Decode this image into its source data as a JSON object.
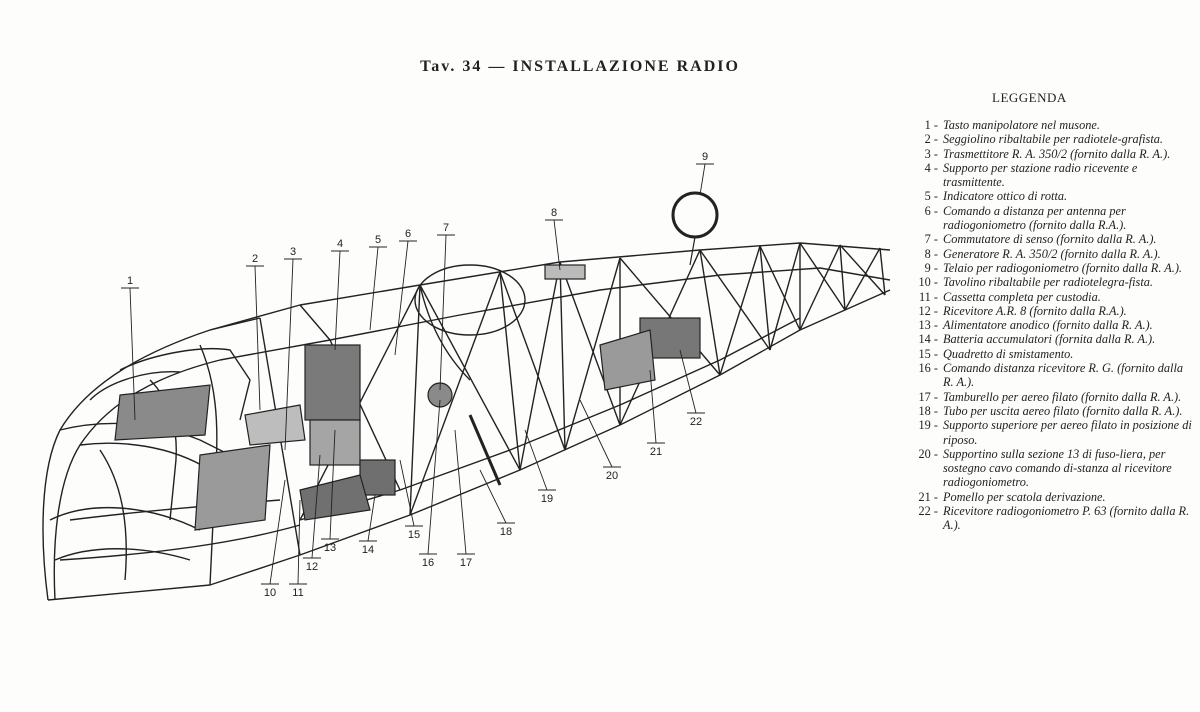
{
  "title": "Tav. 34 — INSTALLAZIONE RADIO",
  "legend": {
    "heading": "LEGGENDA",
    "items": [
      {
        "num": "1 -",
        "text": "Tasto manipolatore nel musone."
      },
      {
        "num": "2 -",
        "text": "Seggiolino ribaltabile per radiotele-grafista."
      },
      {
        "num": "3 -",
        "text": "Trasmettitore R. A. 350/2 (fornito dalla R. A.)."
      },
      {
        "num": "4 -",
        "text": "Supporto per stazione radio ricevente e trasmittente."
      },
      {
        "num": "5 -",
        "text": "Indicatore ottico di rotta."
      },
      {
        "num": "6 -",
        "text": "Comando a distanza per antenna per radiogoniometro (fornito dalla R.A.)."
      },
      {
        "num": "7 -",
        "text": "Commutatore di senso (fornito dalla R. A.)."
      },
      {
        "num": "8 -",
        "text": "Generatore R. A. 350/2 (fornito dalla R. A.)."
      },
      {
        "num": "9 -",
        "text": "Telaio per radiogoniometro (fornito dalla R. A.)."
      },
      {
        "num": "10 -",
        "text": "Tavolino ribaltabile per radiotelegra-fista."
      },
      {
        "num": "11 -",
        "text": "Cassetta completa per custodia."
      },
      {
        "num": "12 -",
        "text": "Ricevitore A.R. 8 (fornito dalla R.A.)."
      },
      {
        "num": "13 -",
        "text": "Alimentatore anodico (fornito dalla R. A.)."
      },
      {
        "num": "14 -",
        "text": "Batteria accumulatori (fornita dalla R. A.)."
      },
      {
        "num": "15 -",
        "text": "Quadretto di smistamento."
      },
      {
        "num": "16 -",
        "text": "Comando distanza ricevitore R. G. (fornito dalla R. A.)."
      },
      {
        "num": "17 -",
        "text": "Tamburello per aereo filato (fornito dalla R. A.)."
      },
      {
        "num": "18 -",
        "text": "Tubo per uscita aereo filato (fornito dalla R. A.)."
      },
      {
        "num": "19 -",
        "text": "Supporto superiore per aereo filato in posizione di riposo."
      },
      {
        "num": "20 -",
        "text": "Supportino sulla sezione 13 di fuso-liera, per sostegno cavo comando di-stanza al ricevitore radiogoniometro."
      },
      {
        "num": "21 -",
        "text": "Pomello per scatola derivazione."
      },
      {
        "num": "22 -",
        "text": "Ricevitore radiogoniometro P. 63 (fornito dalla R. A.)."
      }
    ]
  },
  "callouts": [
    "1",
    "2",
    "3",
    "4",
    "5",
    "6",
    "7",
    "8",
    "9",
    "10",
    "11",
    "12",
    "13",
    "14",
    "15",
    "16",
    "17",
    "18",
    "19",
    "20",
    "21",
    "22"
  ],
  "colors": {
    "ink": "#222222",
    "paper": "#fdfdfc",
    "shade": "#8a8a8a"
  }
}
